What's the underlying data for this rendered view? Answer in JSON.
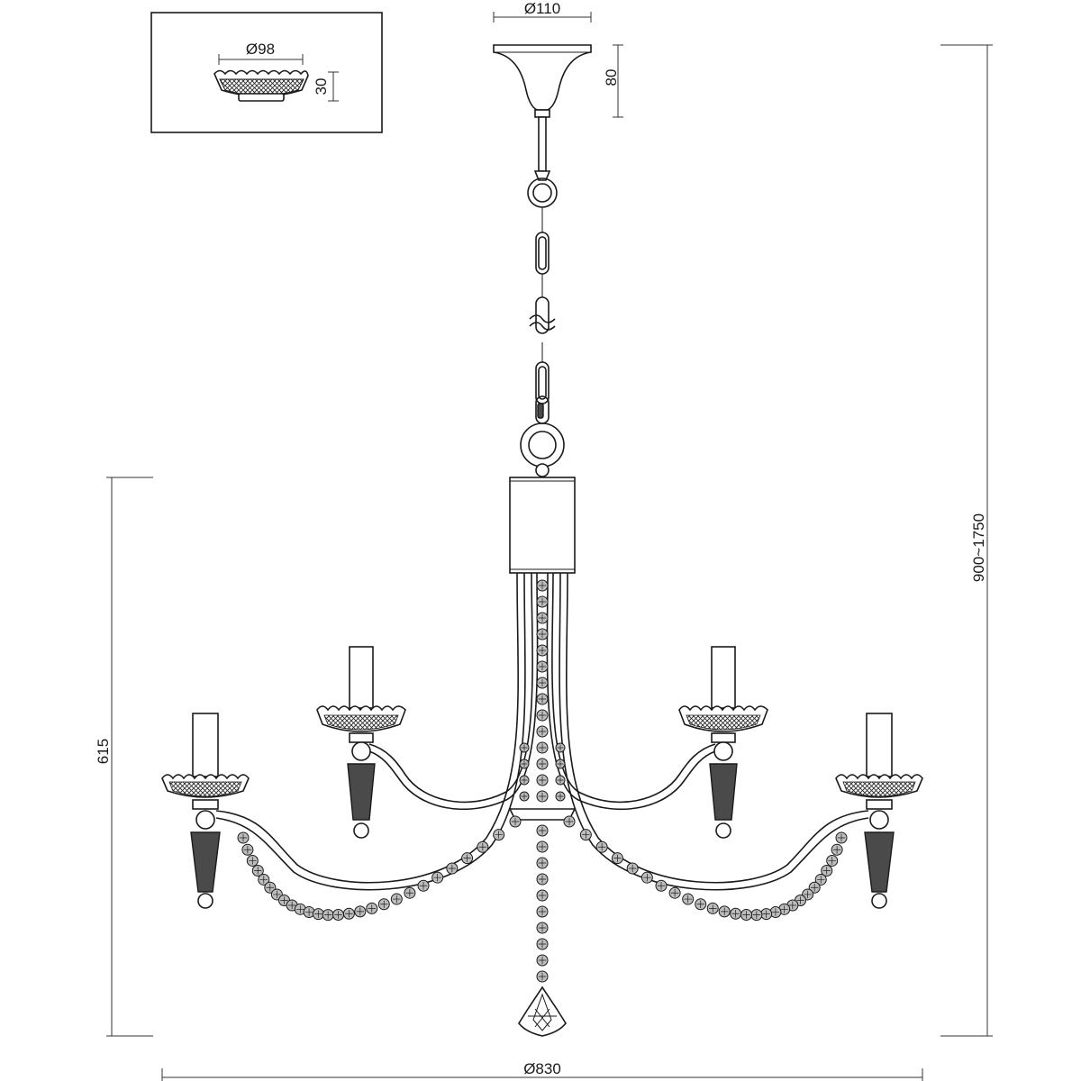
{
  "dimensions": {
    "canopy_diameter": "Ø110",
    "canopy_height": "80",
    "inset_diameter": "Ø98",
    "inset_height": "30",
    "total_height": "900~1750",
    "body_height": "615",
    "overall_diameter": "Ø830"
  },
  "colors": {
    "line": "#1a1a1a",
    "crystal": "#4a4a4a",
    "background": "#ffffff"
  }
}
